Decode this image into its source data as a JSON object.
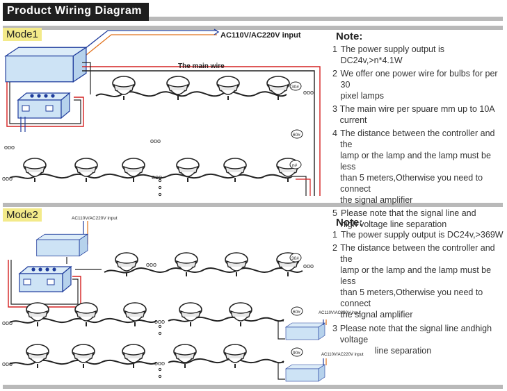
{
  "header": {
    "title": "Product  Wiring Diagram"
  },
  "mode1": {
    "label": "Mode1",
    "input_label": "AC110V/AC220V input",
    "main_wire_label": "The main wire",
    "badges": [
      "30#",
      "60#",
      "n#"
    ],
    "note_title": "Note:",
    "notes": [
      {
        "num": "1",
        "lines": [
          "The power supply output is DC24v,>n*4.1W"
        ]
      },
      {
        "num": "2",
        "lines": [
          "We offer one power wire for bulbs for per 30",
          "pixel lamps"
        ]
      },
      {
        "num": "3",
        "lines": [
          "The main wire per spuare mm up to 10A current"
        ]
      },
      {
        "num": "4",
        "lines": [
          "The distance between the controller and the",
          "lamp or the lamp and the lamp must be less",
          "than 5 meters,Otherwise you need to connect",
          "the signal amplifier"
        ]
      },
      {
        "num": "5",
        "lines": [
          "Please note that the signal line and",
          "high voltage line separation"
        ]
      }
    ]
  },
  "mode2": {
    "label": "Mode2",
    "input_label": "AC110V/AC220V input",
    "input_label_2": "AC110V/AC220V input",
    "input_label_3": "AC110V/AC220V input",
    "badges": [
      "30#",
      "60#",
      "90#"
    ],
    "note_title": "Note:",
    "notes": [
      {
        "num": "1",
        "lines": [
          "The power supply output is DC24v,>369W"
        ]
      },
      {
        "num": "2",
        "lines": [
          "The distance between the controller and the",
          "lamp or the lamp and the lamp must be less",
          "than 5 meters,Otherwise you need to connect",
          "the signal amplifier"
        ]
      },
      {
        "num": "3",
        "lines": [
          "Please note that the signal line andhigh voltage",
          "line  separation"
        ]
      }
    ]
  },
  "colors": {
    "red_wire": "#d42020",
    "blue_wire": "#1f3c9c",
    "orange_wire": "#e0701a",
    "device_blue": "#cde3f5",
    "mode_label_bg": "#f3ea8a"
  },
  "continuation": "ooo"
}
